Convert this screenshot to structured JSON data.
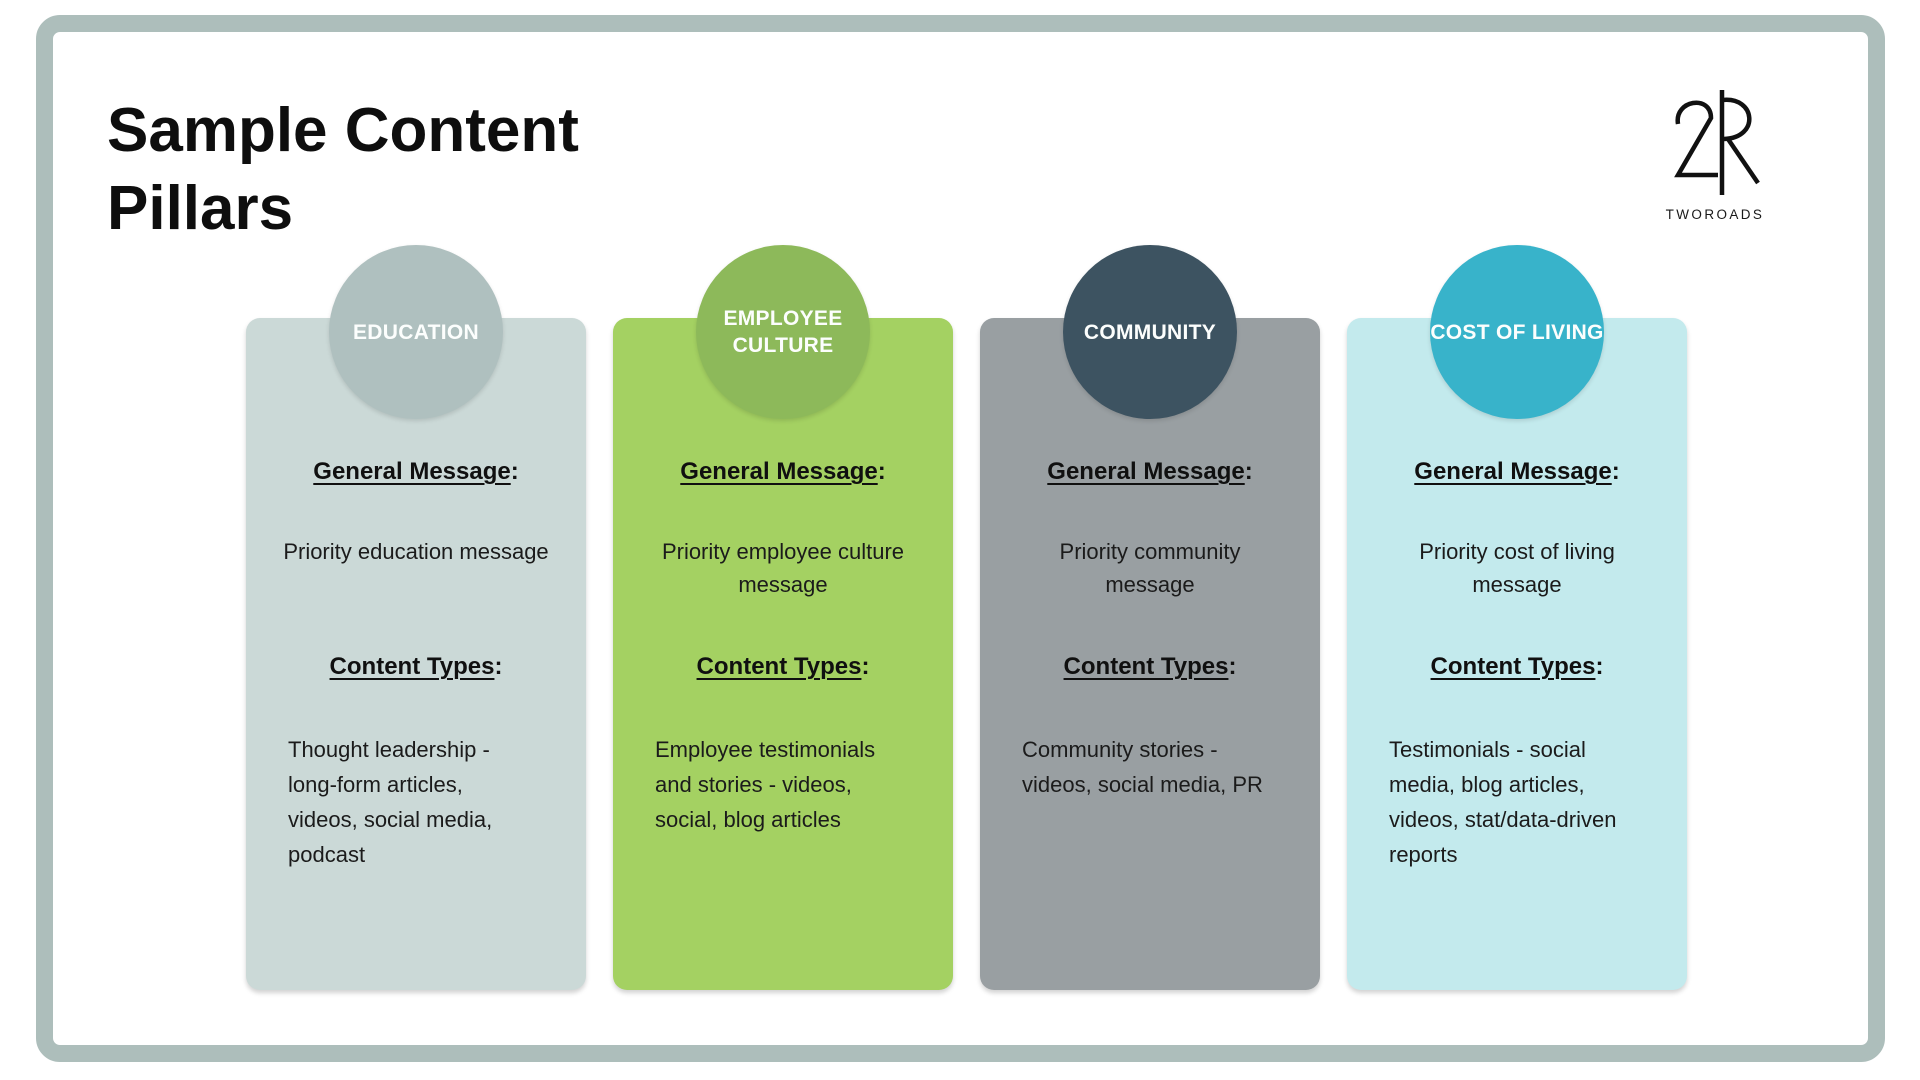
{
  "slide": {
    "title": "Sample Content Pillars",
    "frame_color": "#adbebb",
    "background_color": "#ffffff"
  },
  "logo": {
    "mark": "2R",
    "wordmark": "TWOROADS"
  },
  "labels": {
    "general_message": "General Message",
    "content_types": "Content Types",
    "colon": ":"
  },
  "pillars": [
    {
      "title": "EDUCATION",
      "circle_color": "#afc0bf",
      "card_color": "#cbd9d7",
      "message": "Priority education message",
      "content_types": "Thought leadership -\nlong-form articles,\nvideos, social media,\npodcast"
    },
    {
      "title": "EMPLOYEE\nCULTURE",
      "circle_color": "#8db95a",
      "card_color": "#a4d162",
      "message": "Priority employee culture\nmessage",
      "content_types": "Employee testimonials\nand stories - videos,\nsocial, blog articles"
    },
    {
      "title": "COMMUNITY",
      "circle_color": "#3d5361",
      "card_color": "#999fa2",
      "message": "Priority community\nmessage",
      "content_types": "Community stories -\nvideos, social media, PR"
    },
    {
      "title": "COST OF LIVING",
      "circle_color": "#38b3ca",
      "card_color": "#c3eaed",
      "message": "Priority cost of living\nmessage",
      "content_types": "Testimonials -  social\nmedia, blog articles,\nvideos, stat/data-driven\nreports"
    }
  ]
}
